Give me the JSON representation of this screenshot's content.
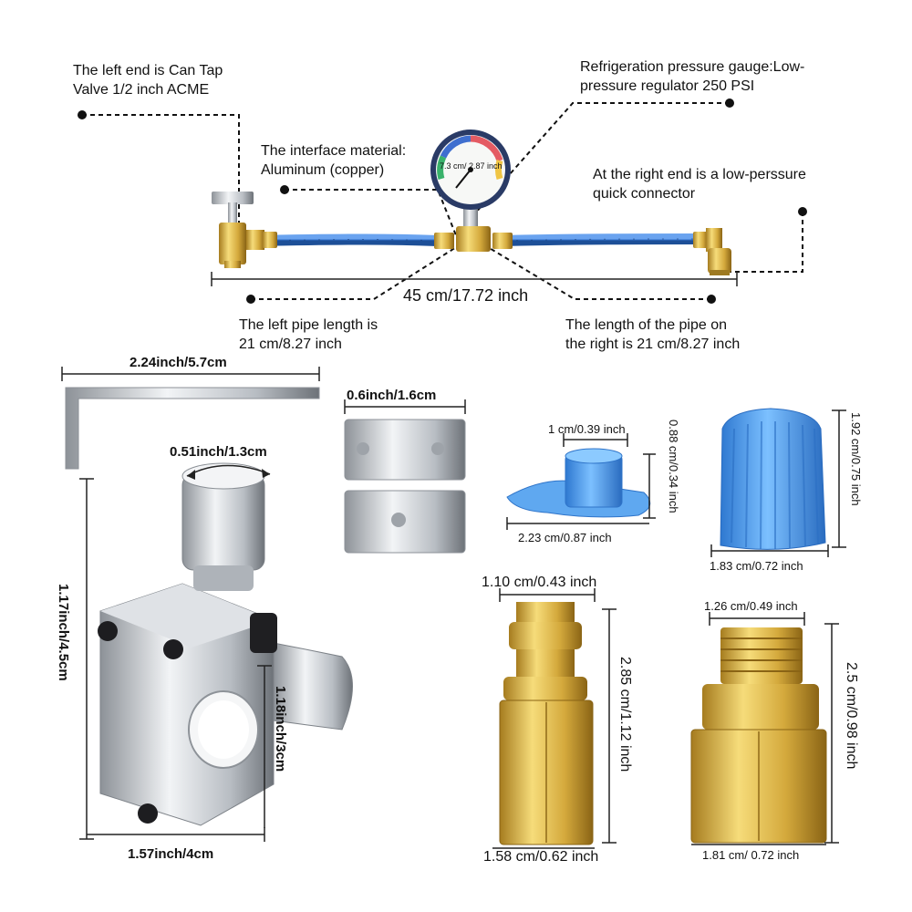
{
  "callouts": {
    "left_end_line1": "The left end is Can Tap",
    "left_end_line2": "Valve 1/2 inch ACME",
    "gauge_line1": "Refrigeration pressure gauge:Low-",
    "gauge_line2": "pressure regulator 250 PSI",
    "interface_line1": "The interface material:",
    "interface_line2": "Aluminum (copper)",
    "right_end_line1": "At the right end is a low-perssure",
    "right_end_line2": "quick connector",
    "gauge_face": "7.3 cm/ 2.87 inch",
    "total_length": "45 cm/17.72 inch",
    "left_pipe_line1": "The left pipe length is",
    "left_pipe_line2": "21 cm/8.27 inch",
    "right_pipe_line1": "The length of the pipe on",
    "right_pipe_line2": "the right is 21 cm/8.27 inch"
  },
  "dimensions": {
    "wrench_width": "2.24inch/5.7cm",
    "sleeve_width": "0.6inch/1.6cm",
    "cap_width": "0.51inch/1.3cm",
    "body_height": "1.17inch/4.5cm",
    "body_width": "1.57inch/4cm",
    "pipe_height": "1.18inch/3cm",
    "seal_cap_top": "1 cm/0.39 inch",
    "seal_cap_height": "0.88 cm/0.34 inch",
    "seal_cap_width": "2.23 cm/0.87 inch",
    "blue_cap_height": "1.92 cm/0.75 inch",
    "blue_cap_width": "1.83 cm/0.72 inch",
    "adapter1_top": "1.10 cm/0.43 inch",
    "adapter1_height": "2.85 cm/1.12 inch",
    "adapter1_width": "1.58 cm/0.62 inch",
    "adapter2_top": "1.26 cm/0.49 inch",
    "adapter2_height": "2.5 cm/0.98 inch",
    "adapter2_width": "1.81 cm/ 0.72 inch"
  },
  "colors": {
    "brass": "#d8b04a",
    "hose_blue": "#2f6fc8",
    "cap_blue": "#4f9be8",
    "silver": "#c9cdd2"
  }
}
